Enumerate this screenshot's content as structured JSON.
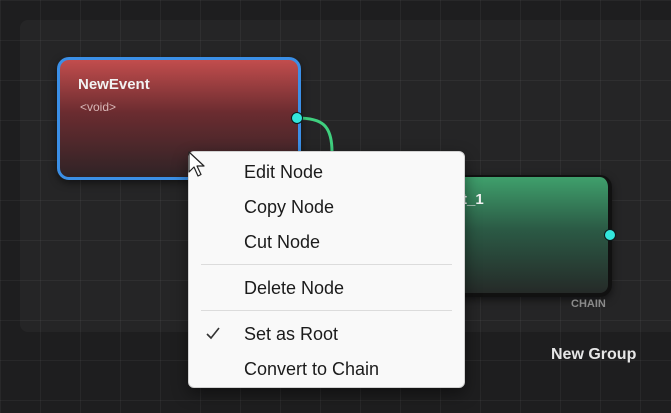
{
  "colors": {
    "event_header": "#c24d4d",
    "chain_header": "#3fa06c",
    "selection_border": "#3b8fe6",
    "port": "#33e6dc",
    "wire": "#3fd07f"
  },
  "group": {
    "title": "New Group"
  },
  "nodes": {
    "event": {
      "title": "NewEvent",
      "subtitle": "<void>"
    },
    "chain": {
      "title_visible": "t_1",
      "type_label": "CHAIN"
    }
  },
  "context_menu": {
    "items": [
      {
        "label": "Edit Node"
      },
      {
        "label": "Copy Node"
      },
      {
        "label": "Cut Node"
      },
      {
        "label": "Delete Node"
      },
      {
        "label": "Set as Root",
        "checked": true
      },
      {
        "label": "Convert to Chain"
      }
    ]
  },
  "icons": {
    "check": "checkmark-icon",
    "cursor": "mouse-pointer-icon"
  }
}
